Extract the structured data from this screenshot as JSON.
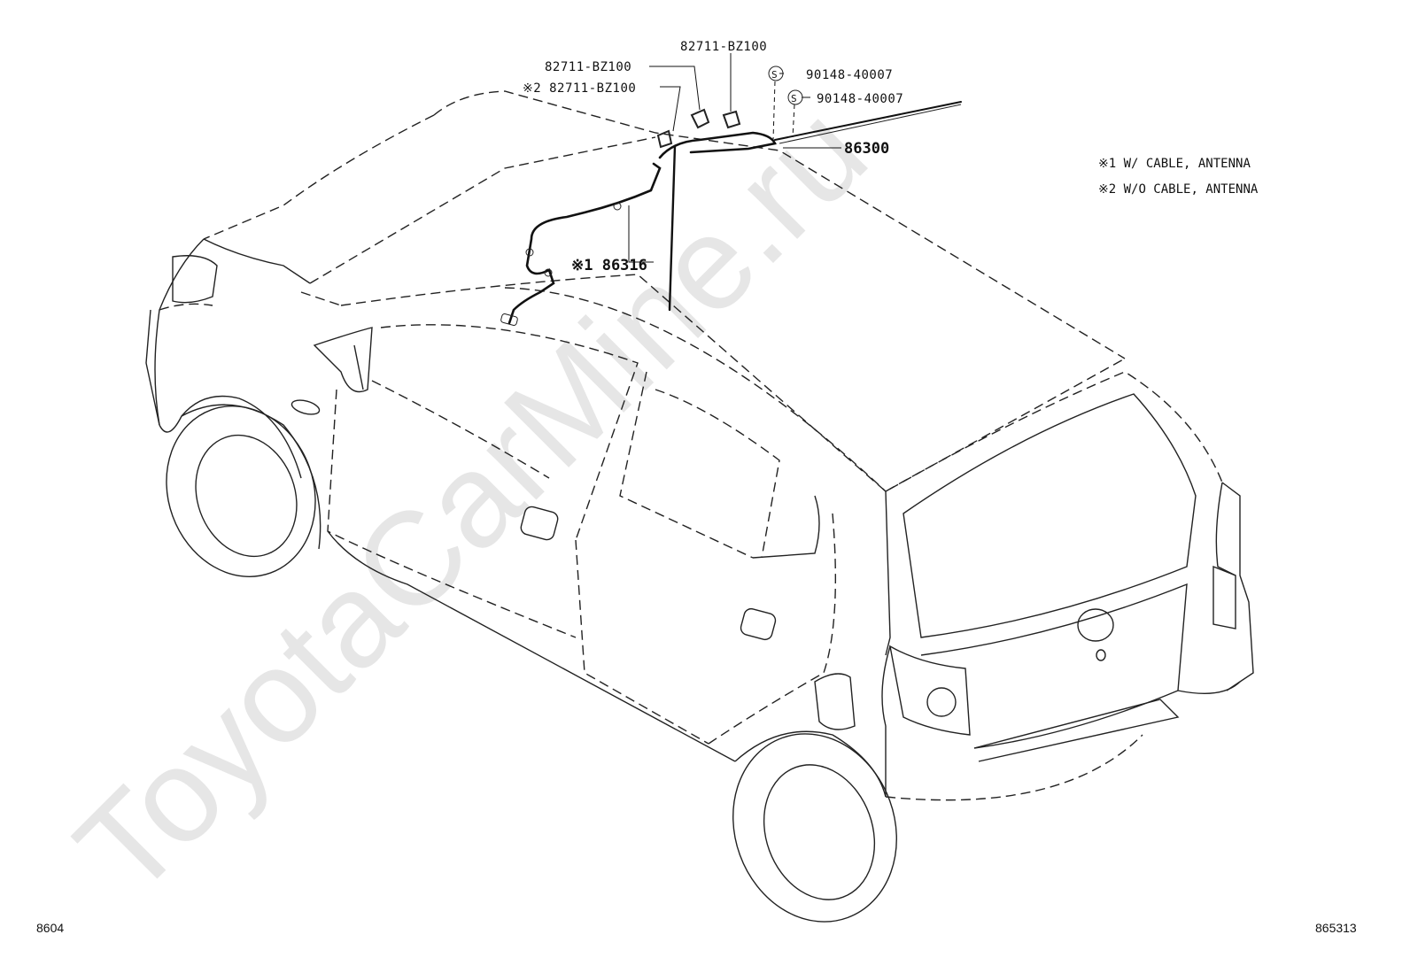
{
  "watermark": "ToyotaCarMine.ru",
  "callouts": {
    "clip_top": "82711-BZ100",
    "clip_left": "82711-BZ100",
    "clip_note2": "※2 82711-BZ100",
    "screw_a_symbol": "S",
    "screw_a": "90148-40007",
    "screw_b_symbol": "S",
    "screw_b": "90148-40007",
    "antenna": "86300",
    "cable": "※1 86316"
  },
  "legend": {
    "note1": "※1 W/ CABLE, ANTENNA",
    "note2": "※2 W/O CABLE, ANTENNA"
  },
  "footer": {
    "page_left": "8604",
    "page_right": "865313"
  }
}
